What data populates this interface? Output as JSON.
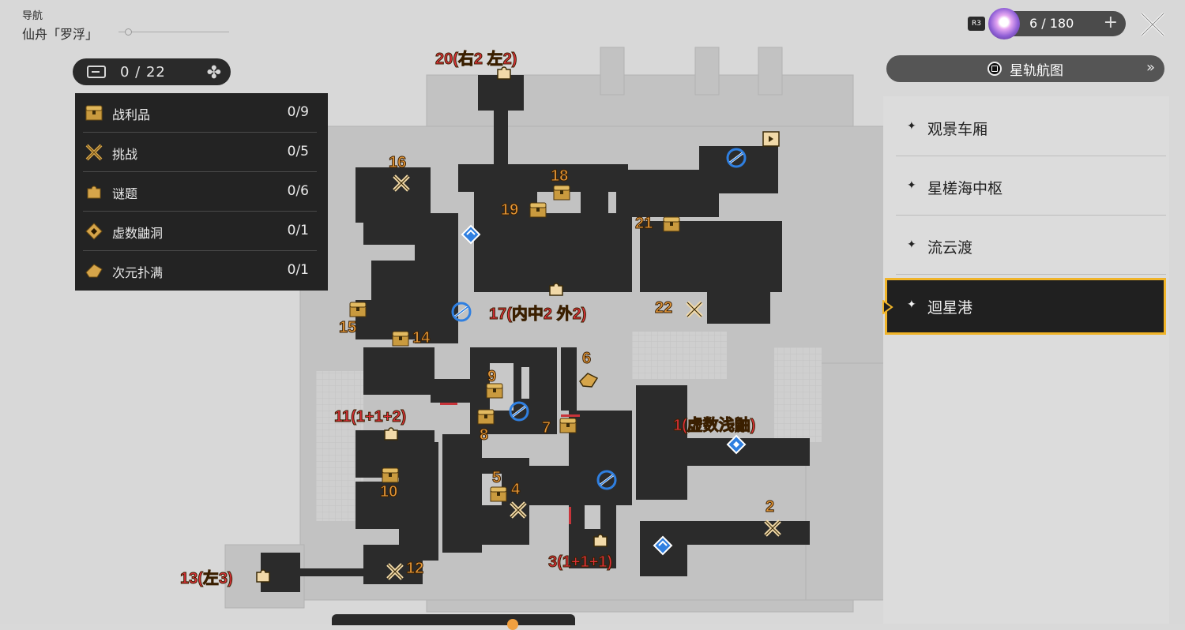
{
  "header": {
    "nav_label": "导航",
    "world_name": "仙舟「罗浮」"
  },
  "counter": {
    "text": "0 / 22",
    "icon": "map-chest-icon",
    "puzzle_icon": "puzzle-piece-icon"
  },
  "categories": [
    {
      "label": "战利品",
      "count": "0/9",
      "icon": "treasure-chest-icon"
    },
    {
      "label": "挑战",
      "count": "0/5",
      "icon": "crossed-swords-icon"
    },
    {
      "label": "谜题",
      "count": "0/6",
      "icon": "puzzle-piece-icon"
    },
    {
      "label": "虚数鼬洞",
      "count": "0/1",
      "icon": "imaginary-rift-icon"
    },
    {
      "label": "次元扑满",
      "count": "0/1",
      "icon": "origami-bird-icon"
    }
  ],
  "resource": {
    "badge": "R3",
    "value": "6 / 180",
    "plus": "+",
    "icon": "stellar-jade-orb-icon"
  },
  "star_rail_map": {
    "label": "星轨航图",
    "chevron": "»"
  },
  "areas": [
    {
      "name": "观景车厢",
      "active": false
    },
    {
      "name": "星槎海中枢",
      "active": false
    },
    {
      "name": "流云渡",
      "active": false
    },
    {
      "name": "迴星港",
      "active": true
    }
  ],
  "markers": [
    {
      "id": "m20",
      "label": "20(右2 左2)",
      "color": "#e0303a"
    },
    {
      "id": "m16",
      "label": "16",
      "color": "#e89a3a"
    },
    {
      "id": "m18",
      "label": "18",
      "color": "#e89a3a"
    },
    {
      "id": "m19",
      "label": "19",
      "color": "#e89a3a"
    },
    {
      "id": "m21",
      "label": "21",
      "color": "#e89a3a"
    },
    {
      "id": "m15",
      "label": "15",
      "color": "#e89a3a"
    },
    {
      "id": "m17",
      "label": "17(内中2 外2)",
      "color": "#e0303a"
    },
    {
      "id": "m22",
      "label": "22",
      "color": "#e89a3a"
    },
    {
      "id": "m14",
      "label": "14",
      "color": "#e89a3a"
    },
    {
      "id": "m9",
      "label": "9",
      "color": "#e89a3a"
    },
    {
      "id": "m6",
      "label": "6",
      "color": "#e89a3a"
    },
    {
      "id": "m11",
      "label": "11(1+1+2)",
      "color": "#e0303a"
    },
    {
      "id": "m8",
      "label": "8",
      "color": "#e89a3a"
    },
    {
      "id": "m7",
      "label": "7",
      "color": "#e89a3a"
    },
    {
      "id": "m1",
      "label": "1(虚数浅鼬)",
      "color": "#e0303a"
    },
    {
      "id": "m10",
      "label": "10",
      "color": "#e89a3a"
    },
    {
      "id": "m5",
      "label": "5",
      "color": "#e89a3a"
    },
    {
      "id": "m4",
      "label": "4",
      "color": "#e89a3a"
    },
    {
      "id": "m2",
      "label": "2",
      "color": "#e89a3a"
    },
    {
      "id": "m3",
      "label": "3(1+1+1)",
      "color": "#e0303a"
    },
    {
      "id": "m13",
      "label": "13(左3)",
      "color": "#e0303a"
    },
    {
      "id": "m12",
      "label": "12",
      "color": "#e89a3a"
    }
  ],
  "colors": {
    "floor_dark": "#2b2b2b",
    "wall_light": "#bfbfbf",
    "accent_gold": "#f0b429",
    "teleport_blue": "#2f7fe0"
  }
}
